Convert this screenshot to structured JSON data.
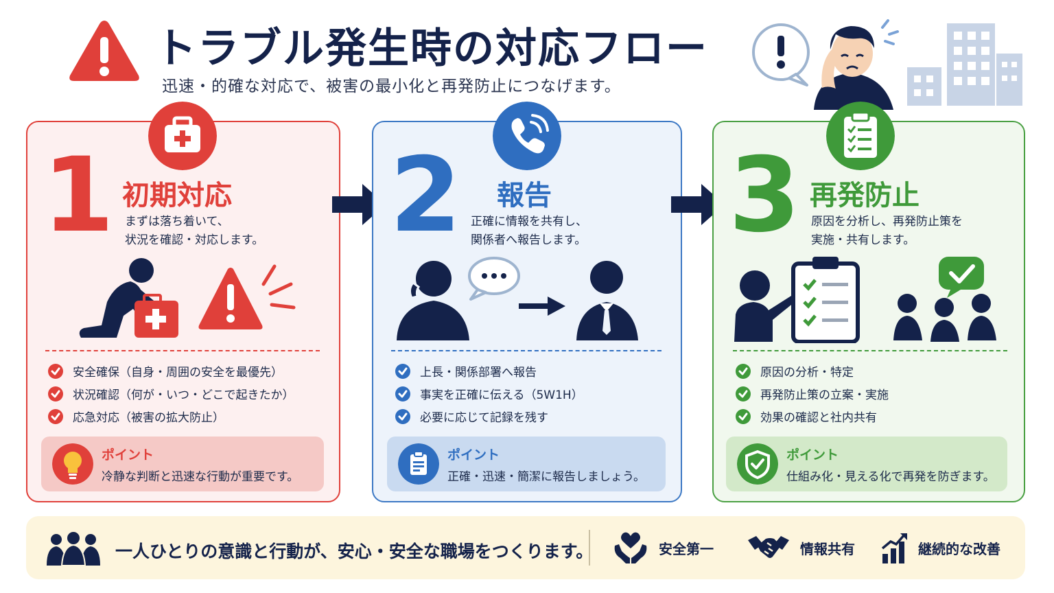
{
  "header": {
    "title": "トラブル発生時の対応フロー",
    "subtitle": "迅速・的確な対応で、被害の最小化と再発防止につなげます。",
    "warning_icon": "warning-triangle-icon",
    "hero_icons": [
      "exclamation-bubble-icon",
      "worried-person-icon",
      "office-building-icon"
    ]
  },
  "colors": {
    "red": "#e0403a",
    "blue": "#2f6ec0",
    "green": "#3f9a3a",
    "navy": "#14224a",
    "footer_bg": "#fdf5dd"
  },
  "steps": [
    {
      "number": "1",
      "title": "初期対応",
      "desc": [
        "まずは落ち着いて、",
        "状況を確認・対応します。"
      ],
      "icon": "first-aid-kit-icon",
      "checks": [
        "安全確保（自身・周囲の安全を最優先）",
        "状況確認（何が・いつ・どこで起きたか）",
        "応急対応（被害の拡大防止）"
      ],
      "point_label": "ポイント",
      "point_text": "冷静な判断と迅速な行動が重要です。",
      "point_icon": "lightbulb-icon"
    },
    {
      "number": "2",
      "title": "報告",
      "desc": [
        "正確に情報を共有し、",
        "関係者へ報告します。"
      ],
      "icon": "phone-icon",
      "checks": [
        "上長・関係部署へ報告",
        "事実を正確に伝える（5W1H）",
        "必要に応じて記録を残す"
      ],
      "point_label": "ポイント",
      "point_text": "正確・迅速・簡潔に報告しましょう。",
      "point_icon": "document-icon"
    },
    {
      "number": "3",
      "title": "再発防止",
      "desc": [
        "原因を分析し、再発防止策を",
        "実施・共有します。"
      ],
      "icon": "clipboard-checklist-icon",
      "checks": [
        "原因の分析・特定",
        "再発防止策の立案・実施",
        "効果の確認と社内共有"
      ],
      "point_label": "ポイント",
      "point_text": "仕組み化・見える化で再発を防ぎます。",
      "point_icon": "shield-check-icon"
    }
  ],
  "footer": {
    "message": "一人ひとりの意識と行動が、安心・安全な職場をつくります。",
    "items": [
      {
        "label": "安全第一",
        "icon": "heart-hands-icon"
      },
      {
        "label": "情報共有",
        "icon": "handshake-icon"
      },
      {
        "label": "継続的な改善",
        "icon": "growth-chart-icon"
      }
    ]
  }
}
